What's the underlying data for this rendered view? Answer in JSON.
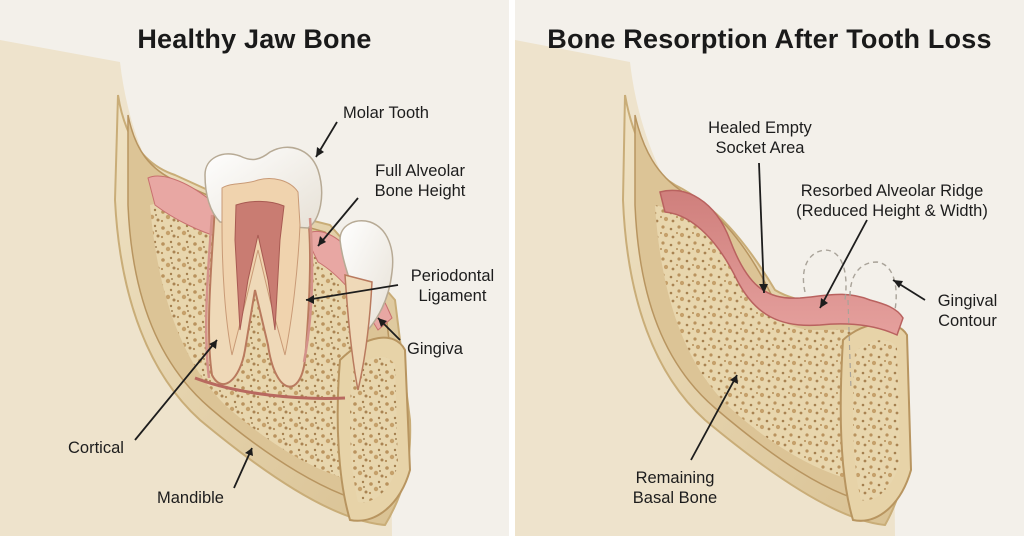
{
  "left_panel": {
    "title": "Healthy Jaw Bone",
    "labels": {
      "molar_tooth": "Molar Tooth",
      "full_alveolar_line1": "Full Alveolar",
      "full_alveolar_line2": "Bone Height",
      "periodontal_line1": "Periodontal",
      "periodontal_line2": "Ligament",
      "gingiva": "Gingiva",
      "cortical": "Cortical",
      "mandible": "Mandible"
    }
  },
  "right_panel": {
    "title": "Bone Resorption After Tooth Loss",
    "labels": {
      "healed_line1": "Healed Empty",
      "healed_line2": "Socket Area",
      "resorbed_line1": "Resorbed Alveolar Ridge",
      "resorbed_line2": "(Reduced Height & Width)",
      "gingival_line1": "Gingival",
      "gingival_line2": "Contour",
      "remaining_line1": "Remaining",
      "remaining_line2": "Basal Bone"
    }
  },
  "colors": {
    "background": "#f3f0ea",
    "bone_outer": "#e9d9b6",
    "bone_cortical": "#ddc79c",
    "cancellous": "#e6d2a6",
    "gum": "#e7a5a2",
    "gum_dark": "#c8706f",
    "enamel": "#fbfaf6",
    "pulp": "#c97c72"
  }
}
